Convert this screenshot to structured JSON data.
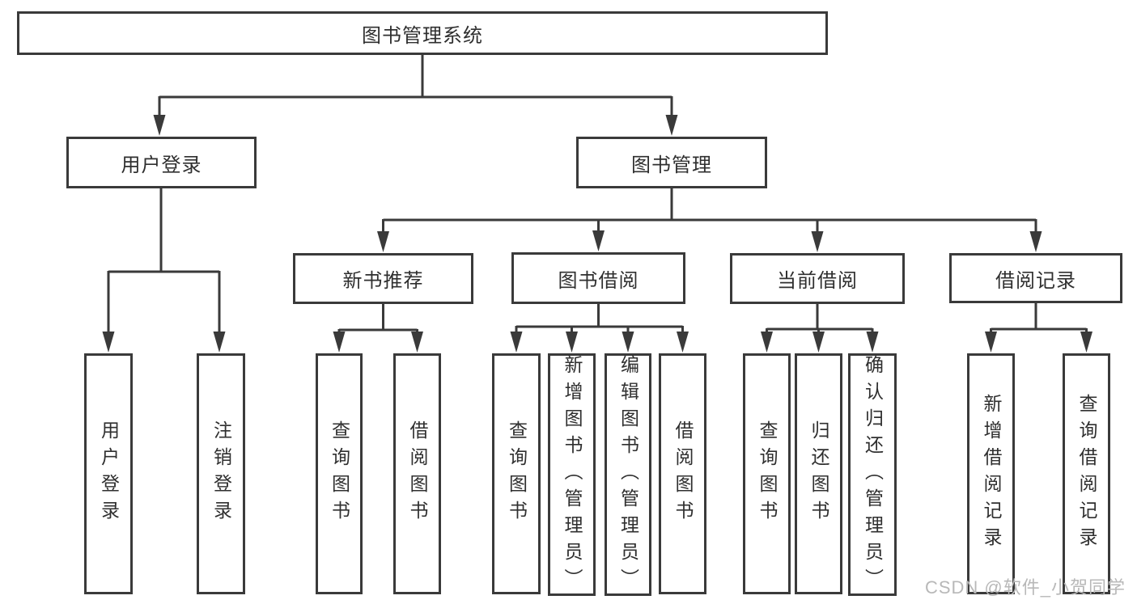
{
  "nodes": {
    "root": "图书管理系统",
    "user_login": "用户登录",
    "book_mgmt": "图书管理",
    "level3": [
      "新书推荐",
      "图书借阅",
      "当前借阅",
      "借阅记录"
    ],
    "leaves": [
      "用户登录",
      "注销登录",
      "查询图书",
      "借阅图书",
      "查询图书",
      "新增图书（管理员）",
      "编辑图书（管理员）",
      "借阅图书",
      "查询图书",
      "归还图书",
      "确认归还（管理员）",
      "新增借阅记录",
      "查询借阅记录"
    ]
  },
  "watermark": "CSDN @软件_小贺同学",
  "colors": {
    "line": "#3a3a3a",
    "text": "#2f2f2f",
    "watermark": "#b8b8b8",
    "background": "#ffffff"
  }
}
